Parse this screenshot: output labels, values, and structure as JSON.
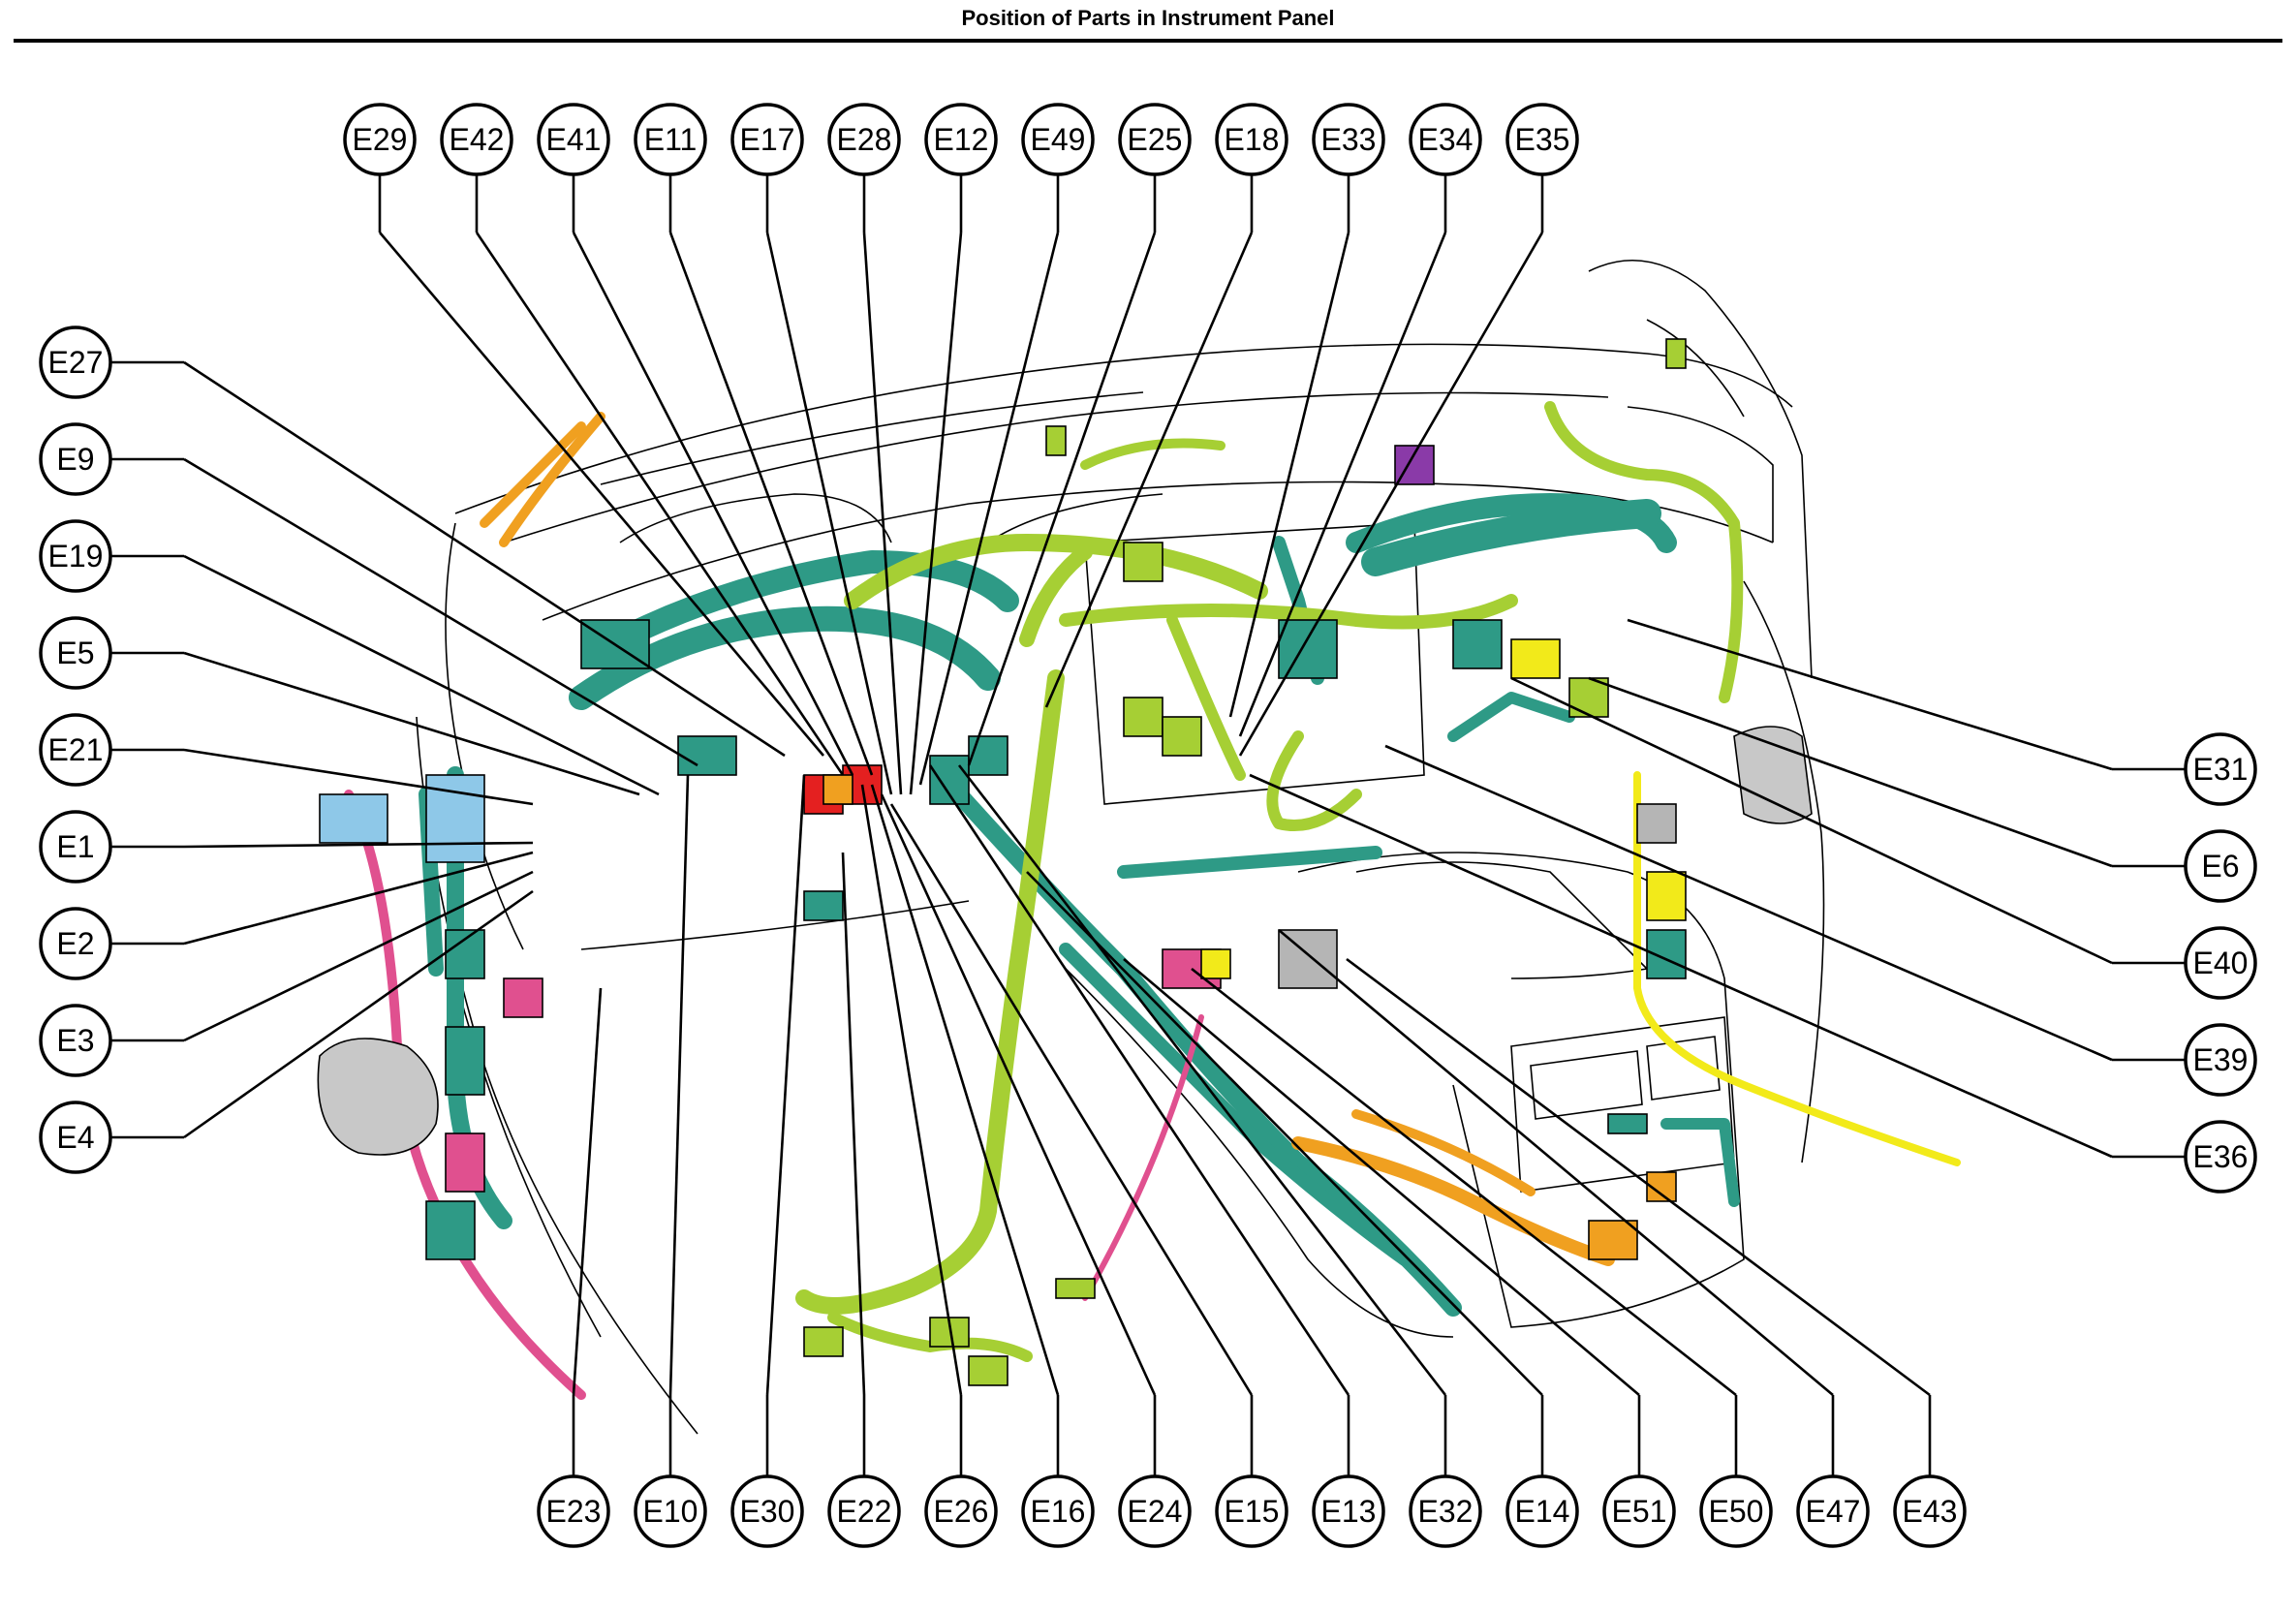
{
  "title": "Position of Parts in Instrument Panel",
  "colors": {
    "harness_teal": "#2e9a86",
    "harness_green": "#a6cf34",
    "harness_pink": "#e0508f",
    "harness_orange": "#f0a020",
    "harness_yellow": "#f2ea1a",
    "harness_red": "#e42020",
    "harness_blue": "#8ec8e8",
    "harness_purple": "#8a3aa8",
    "connector_gray": "#b5b5b5",
    "outline": "#000000"
  },
  "callouts": {
    "top": [
      "E29",
      "E42",
      "E41",
      "E11",
      "E17",
      "E28",
      "E12",
      "E49",
      "E25",
      "E18",
      "E33",
      "E34",
      "E35"
    ],
    "left": [
      "E27",
      "E9",
      "E19",
      "E5",
      "E21",
      "E1",
      "E2",
      "E3",
      "E4"
    ],
    "right": [
      "E31",
      "E6",
      "E40",
      "E39",
      "E36"
    ],
    "bottom": [
      "E23",
      "E10",
      "E30",
      "E22",
      "E26",
      "E16",
      "E24",
      "E15",
      "E13",
      "E32",
      "E14",
      "E51",
      "E50",
      "E47",
      "E43"
    ]
  }
}
